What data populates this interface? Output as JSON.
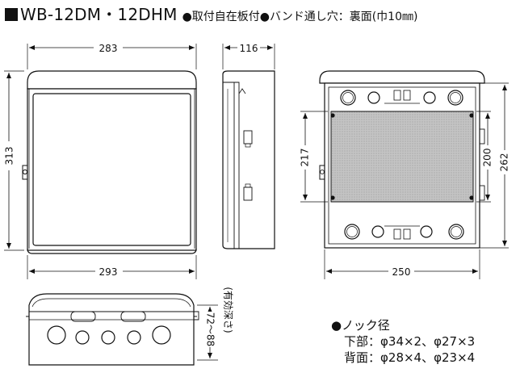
{
  "title": {
    "model": "WB-12DM・12DHM",
    "features": "●取付自在板付●バンド通し穴：裏面(巾10㎜)"
  },
  "dimensions": {
    "front_top_width": "283",
    "front_height": "313",
    "front_bottom_width": "293",
    "side_depth": "116",
    "back_plate_height": "217",
    "back_inner_height": "200",
    "back_outer_height": "262",
    "back_width": "250",
    "effective_depth": "72～88",
    "effective_depth_note": "(有効深さ)"
  },
  "knockouts": {
    "heading": "●ノック径",
    "bottom": "下部：φ34×2、φ27×3",
    "back": "背面：φ28×4、φ23×4"
  }
}
